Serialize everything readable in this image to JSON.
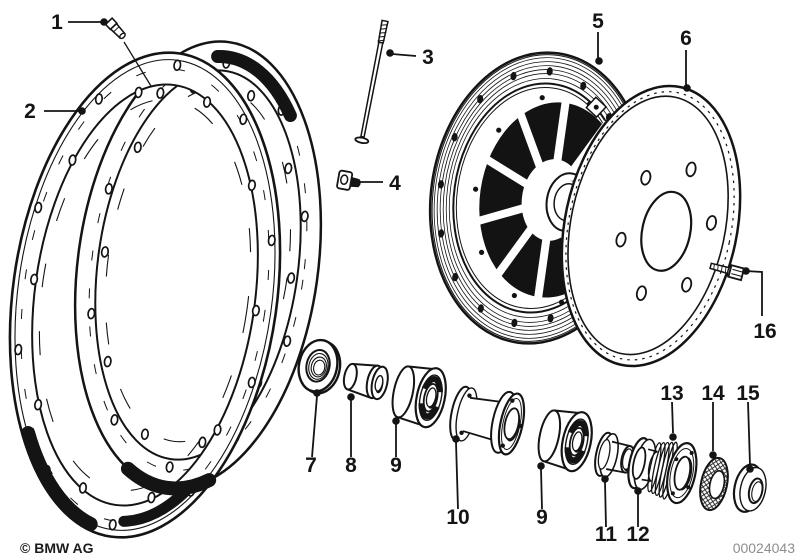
{
  "diagram": {
    "type": "exploded-parts-drawing",
    "subject": "spoke-wheel-rim-hub-assembly"
  },
  "colors": {
    "ink": "#141414",
    "background": "#ffffff",
    "muted_number": "#8e8e8e"
  },
  "labels": {
    "c1": "1",
    "c2": "2",
    "c3": "3",
    "c4": "4",
    "c5": "5",
    "c6": "6",
    "c7": "7",
    "c8": "8",
    "c9": "9",
    "c10": "10",
    "c11": "11",
    "c12": "12",
    "c13": "13",
    "c14": "14",
    "c15": "15",
    "c16": "16"
  },
  "footer": {
    "copyright": "© BMW AG",
    "document_number": "00024043"
  }
}
